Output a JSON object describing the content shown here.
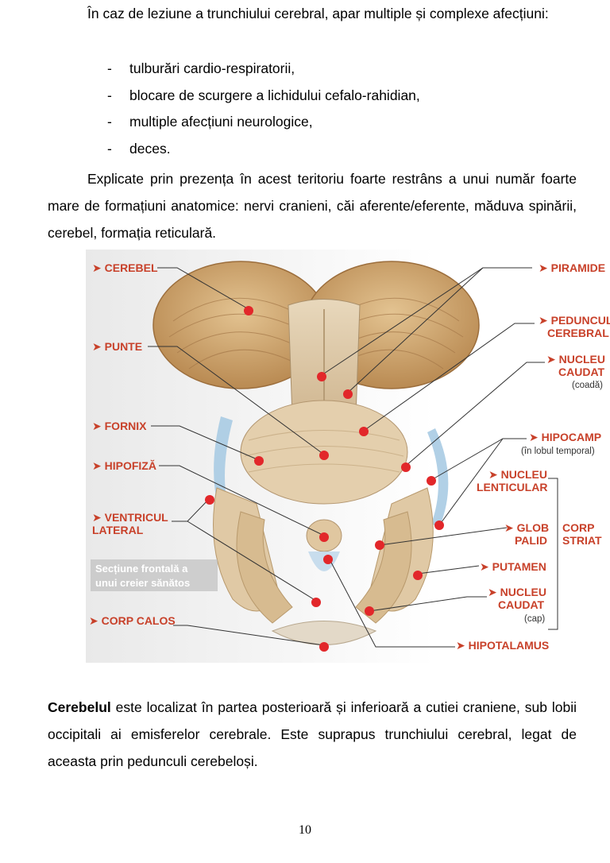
{
  "intro": {
    "line": "În caz de leziune a trunchiului cerebral, apar multiple și complexe afecțiuni:",
    "items": [
      "tulburări cardio-respiratorii,",
      "blocare de scurgere a lichidului cefalo-rahidian,",
      "multiple afecțiuni neurologice,",
      "deces."
    ],
    "dash": "-"
  },
  "explanation": "Explicate prin prezența în acest teritoriu foarte restrâns a unui număr foarte mare de formațiuni anatomice: nervi cranieni, căi aferente/eferente, măduva spinării, cerebel, formația reticulară.",
  "figure": {
    "caption_line1": "Secțiune frontală a",
    "caption_line2": "unui creier sănătos",
    "labels_left": {
      "cerebel": "CEREBEL",
      "punte": "PUNTE",
      "fornix": "FORNIX",
      "hipofiza": "HIPOFIZĂ",
      "ventricul_1": "VENTRICUL",
      "ventricul_2": "LATERAL",
      "corp_calos": "CORP CALOS"
    },
    "labels_right": {
      "piramide": "PIRAMIDE",
      "peduncul_1": "PEDUNCUL",
      "peduncul_2": "CEREBRAL",
      "nucleu_caudat_1": "NUCLEU",
      "nucleu_caudat_2": "CAUDAT",
      "coada": "(coadă)",
      "hipocamp": "HIPOCAMP",
      "hipocamp_sub": "(în lobul temporal)",
      "lenticular_1": "NUCLEU",
      "lenticular_2": "LENTICULAR",
      "glob_1": "GLOB",
      "glob_2": "PALID",
      "corp_1": "CORP",
      "corp_2": "STRIAT",
      "putamen": "PUTAMEN",
      "caudat_cap_1": "NUCLEU",
      "caudat_cap_2": "CAUDAT",
      "cap": "(cap)",
      "hipotalamus": "HIPOTALAMUS"
    },
    "colors": {
      "label": "#c8412a",
      "marker": "#e2272a",
      "brain": "#d9b98c"
    }
  },
  "cerebel": {
    "term": "Cerebelul",
    "text": " este localizat în partea posterioară și inferioară a cutiei craniene, sub lobii occipitali ai emisferelor cerebrale. Este suprapus trunchiului cerebral, legat de aceasta prin pedunculi cerebeloși."
  },
  "page_number": "10"
}
